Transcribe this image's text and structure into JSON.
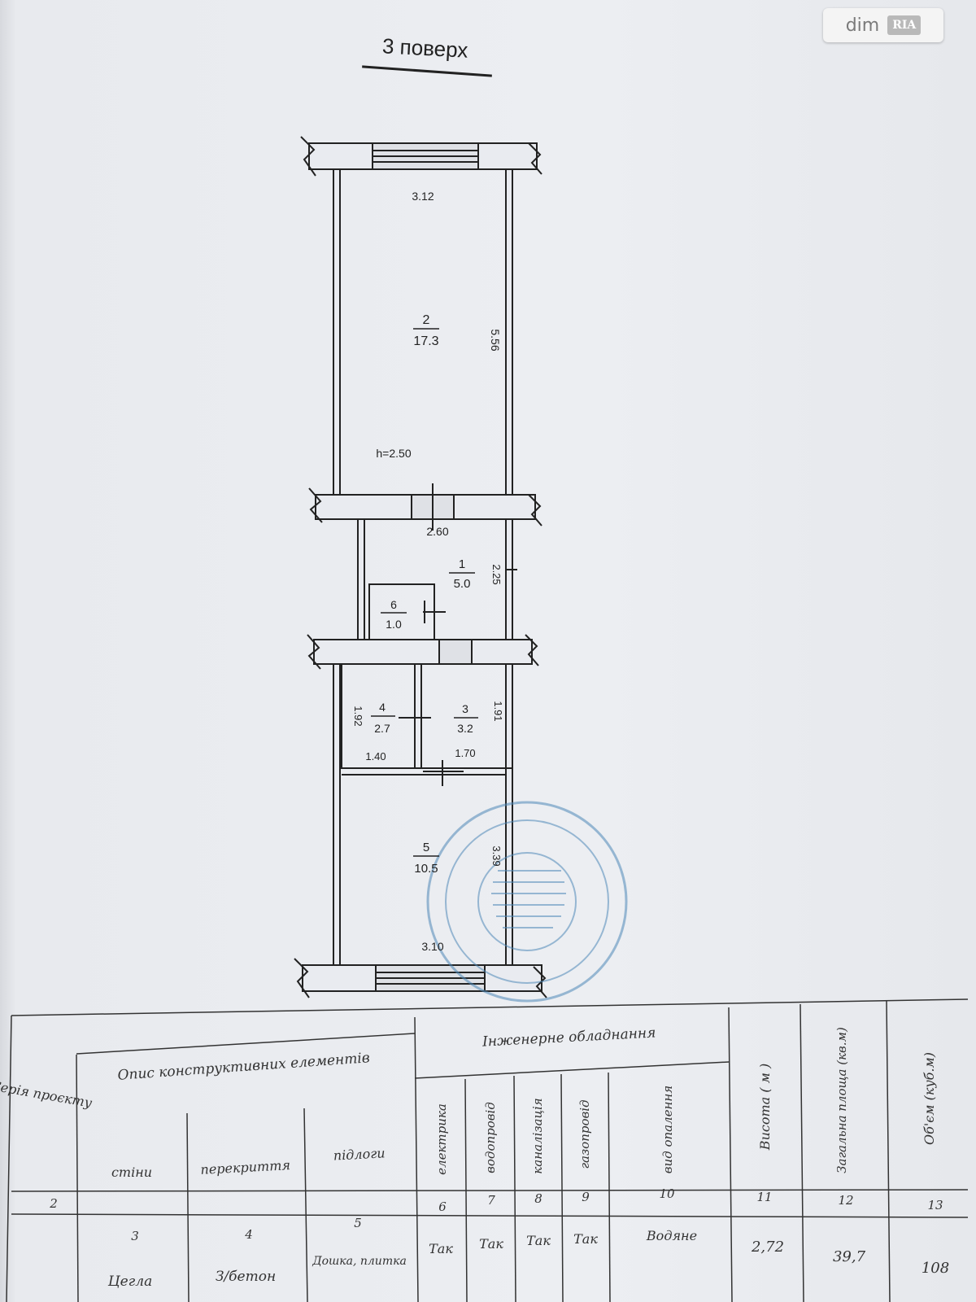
{
  "watermark": {
    "dim": "dim",
    "ria": "RIA"
  },
  "floor_title": "3 поверх",
  "rooms": [
    {
      "number": "2",
      "area": "17.3"
    },
    {
      "number": "1",
      "area": "5.0"
    },
    {
      "number": "6",
      "area": "1.0"
    },
    {
      "number": "4",
      "area": "2.7"
    },
    {
      "number": "3",
      "area": "3.2"
    },
    {
      "number": "5",
      "area": "10.5"
    }
  ],
  "dimensions": {
    "d312": "3.12",
    "d556": "5.56",
    "height": "h=2.50",
    "d260": "2.60",
    "d225": "2.25",
    "d192": "1.92",
    "d191": "1.91",
    "d140": "1.40",
    "d170": "1.70",
    "d339": "3.39",
    "d310": "3.10"
  },
  "table": {
    "col_group_header": "Опис конструктивних елементів",
    "equipment_header": "Інженерне обладнання",
    "col1_header": "Серія проєкту",
    "headers": {
      "walls": "стіни",
      "ceilings": "перекриття",
      "floors": "підлоги",
      "electric": "електрика",
      "water": "водопровід",
      "sewer": "каналізація",
      "gas": "газопровід",
      "heating": "вид опалення",
      "height": "Висота ( м )",
      "area": "Загальна площа (кв.м)",
      "volume": "Об'єм (куб.м)"
    },
    "col_numbers": [
      "2",
      "3",
      "4",
      "5",
      "6",
      "7",
      "8",
      "9",
      "10",
      "11",
      "12",
      "13"
    ],
    "row": {
      "walls": "Цегла",
      "ceilings": "З/бетон",
      "floors": "Дошка, плитка",
      "electric": "Так",
      "water": "Так",
      "sewer": "Так",
      "gas": "Так",
      "heating": "Водяне",
      "height": "2,72",
      "area": "39,7",
      "volume": "108"
    }
  }
}
